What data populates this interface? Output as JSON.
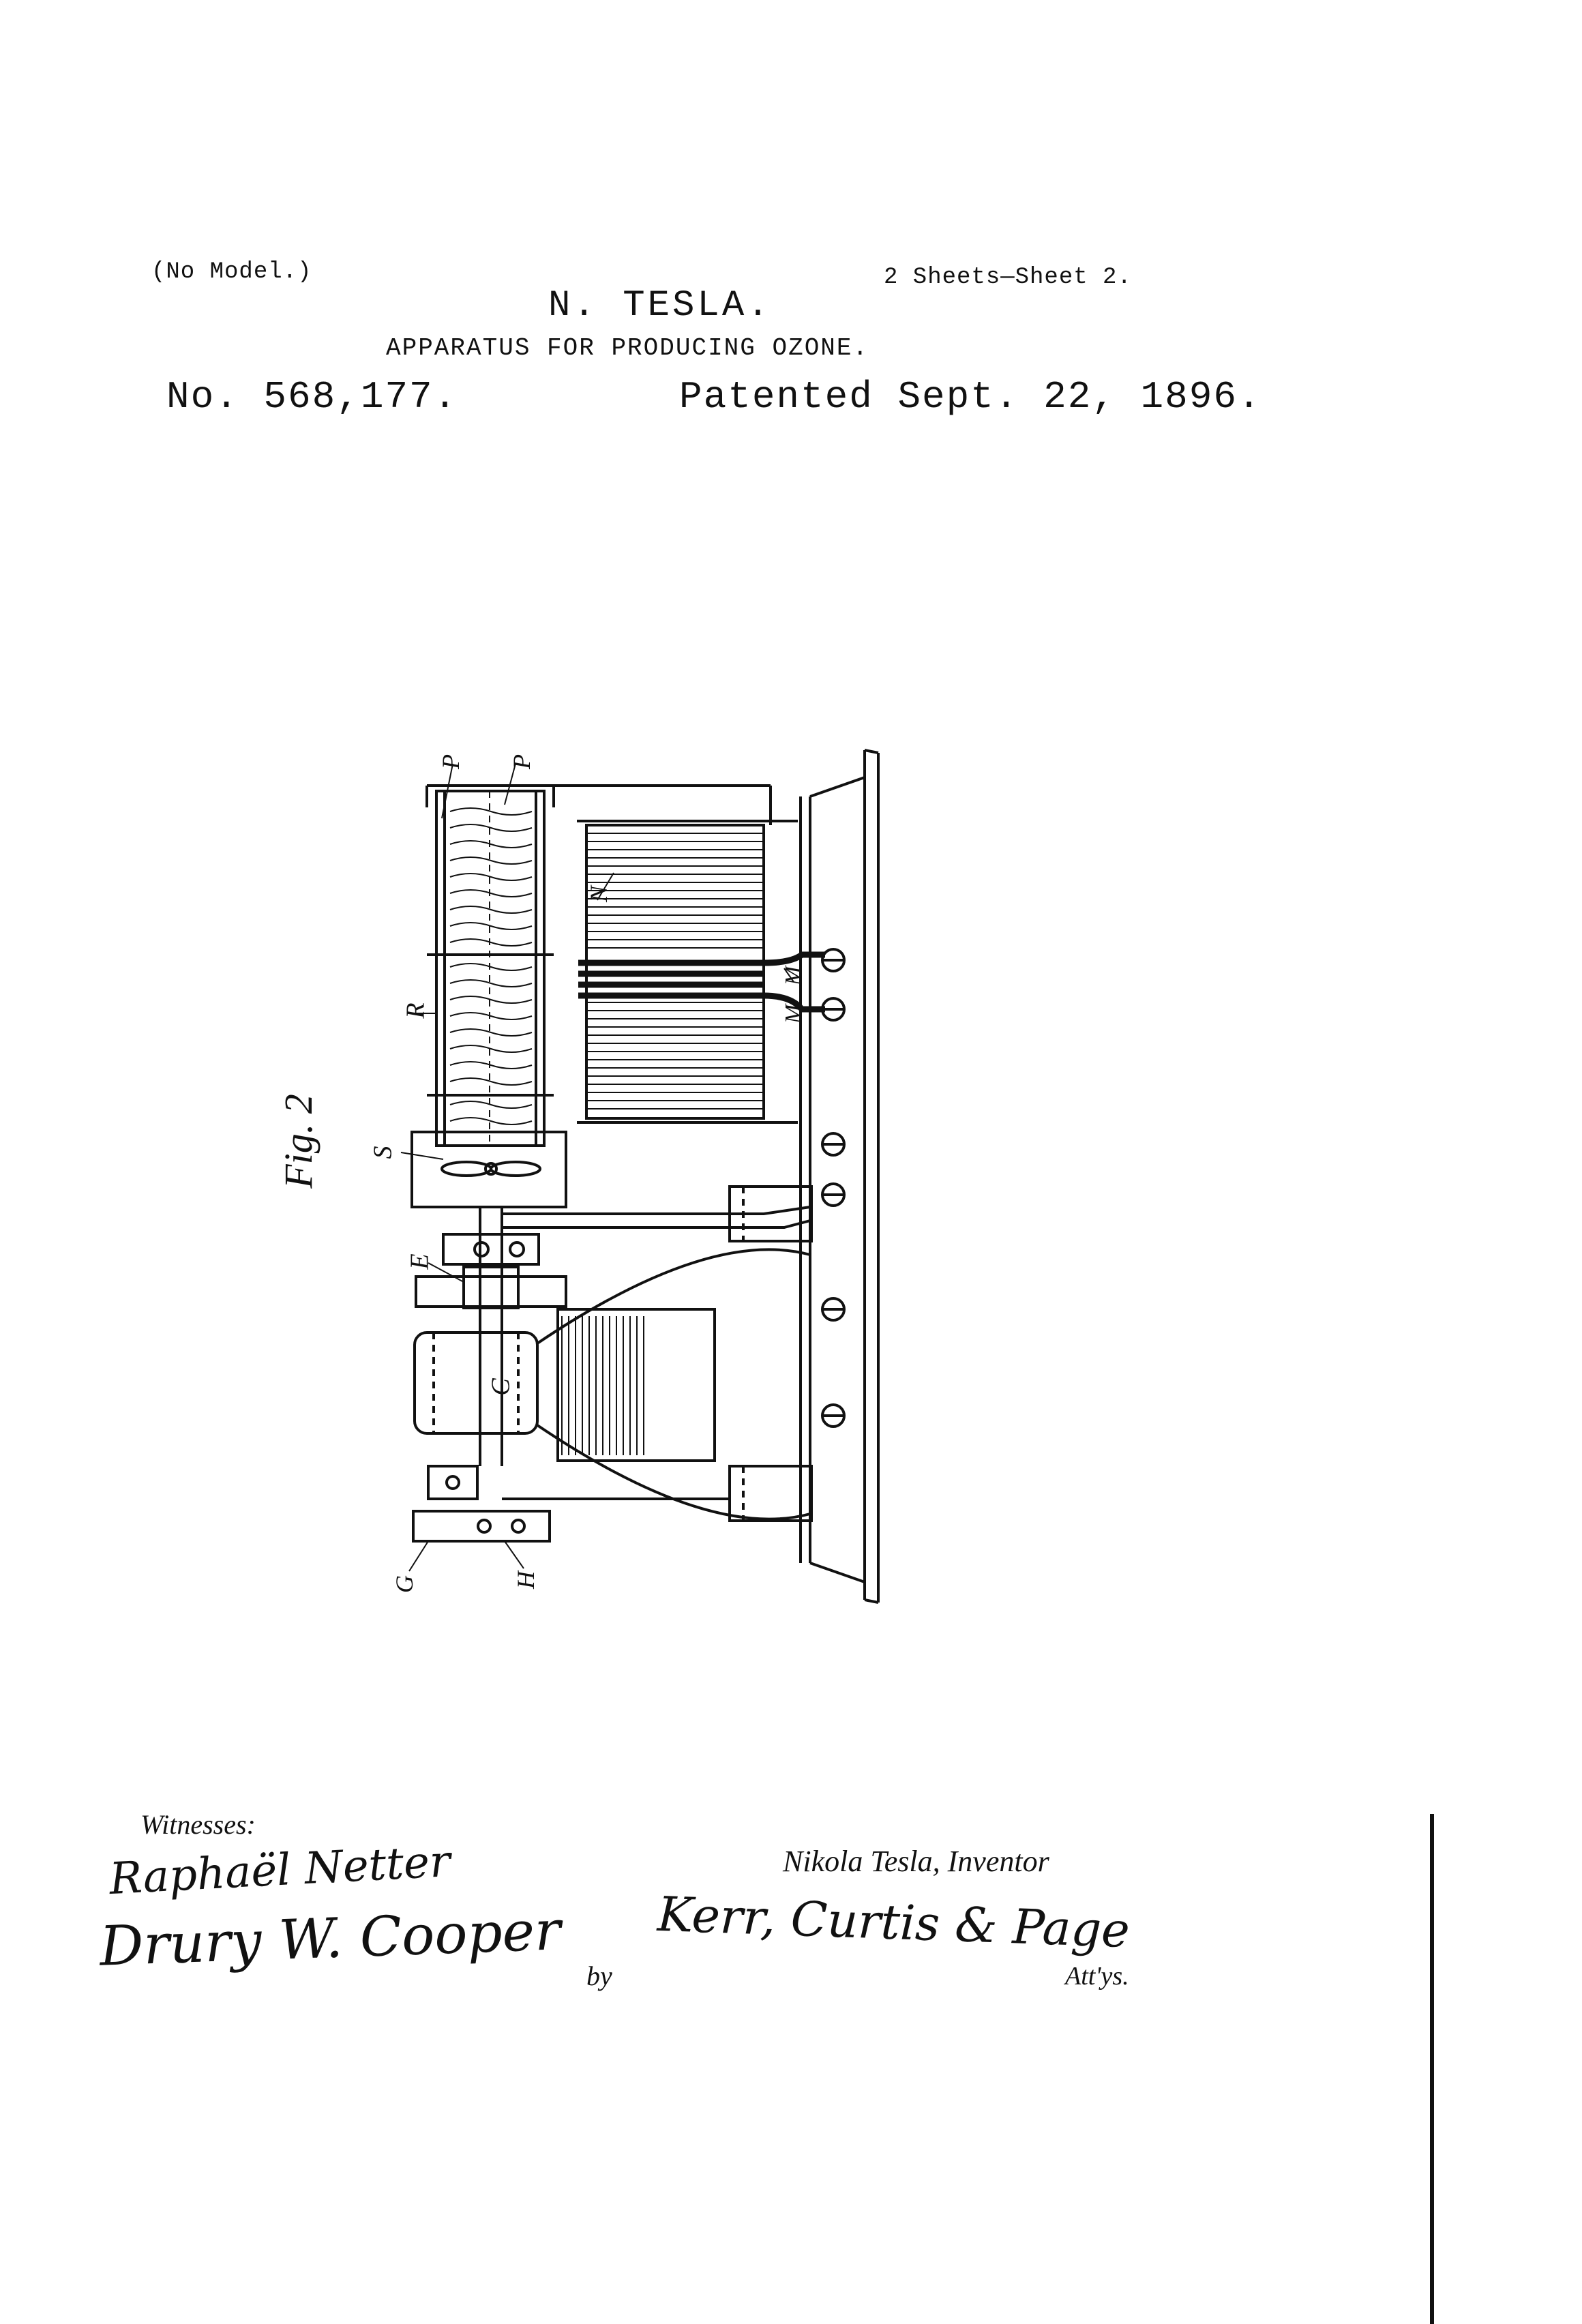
{
  "header": {
    "model_note": "(No Model.)",
    "sheets": "2 Sheets—Sheet 2.",
    "inventor": "N. TESLA.",
    "title": "APPARATUS FOR PRODUCING OZONE.",
    "patent_number": "No. 568,177.",
    "patent_date": "Patented Sept. 22, 1896."
  },
  "figure": {
    "label": "Fig. 2",
    "part_labels": {
      "P1": "P",
      "P2": "P",
      "N": "N",
      "R": "R",
      "M1": "M",
      "M2": "M",
      "S": "S",
      "E": "E",
      "C": "C",
      "G": "G",
      "H": "H"
    }
  },
  "signatures": {
    "witnesses_label": "Witnesses:",
    "witness_1": "Raphaël Netter",
    "witness_2": "Drury W. Cooper",
    "inventor_line": "Nikola Tesla, Inventor",
    "by": "by",
    "attorneys": "Kerr, Curtis & Page",
    "attys_suffix": "Att'ys."
  }
}
